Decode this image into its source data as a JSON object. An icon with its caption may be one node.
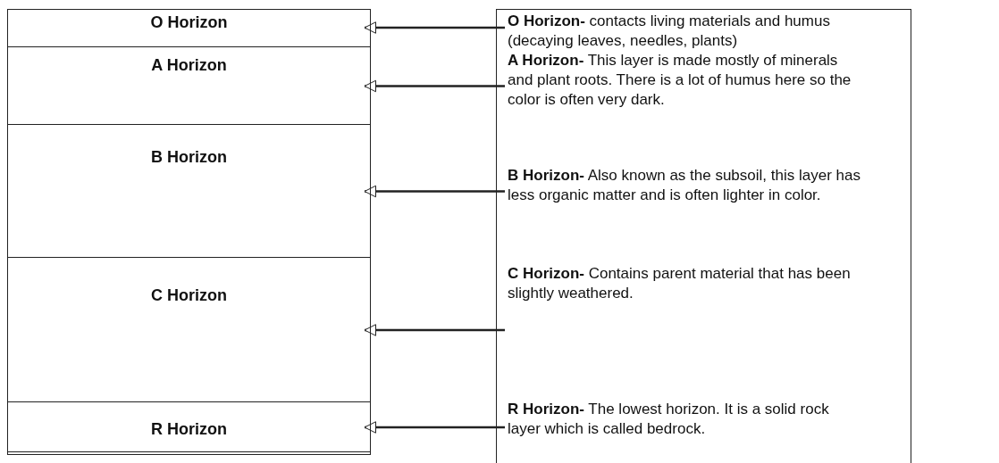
{
  "diagram": {
    "nodes": [
      {
        "text": [],
        "shape": "box"
      },
      {
        "text": [
          "O Horizon"
        ],
        "in": 0
      },
      {
        "text": [
          "A Horizon"
        ],
        "in": 0
      },
      {
        "text": [
          "B Horizon"
        ],
        "in": 0
      },
      {
        "text": [
          "C Horizon"
        ],
        "in": 0
      },
      {
        "text": [
          "R Horizon"
        ],
        "in": 0
      },
      {
        "text": [],
        "shape": "box"
      },
      {
        "text": [
          "**O Horizon-** contacts living materials and humus (decaying leaves, needles, plants)"
        ],
        "in": 6
      },
      {
        "text": [
          "**A Horizon-** This layer is made mostly of minerals and plant roots. There is a lot of humus here so the color is often very dark."
        ],
        "in": 6
      },
      {
        "text": [
          "**B Horizon-** Also known as the subsoil, this layer has less organic matter and is often lighter in color."
        ],
        "in": 6
      },
      {
        "text": [
          "**C Horizon-** Contains parent material that has been slightly weathered."
        ],
        "in": 6
      },
      {
        "text": [
          "**R Horizon-** The lowest horizon. It is a solid rock layer which is called bedrock."
        ],
        "in": 6
      }
    ],
    "edges": [
      {
        "from": 7,
        "to": 1,
        "arrow": "to"
      },
      {
        "from": 8,
        "to": 2,
        "arrow": "to"
      },
      {
        "from": 9,
        "to": 3,
        "arrow": "to"
      },
      {
        "from": 10,
        "to": 4,
        "arrow": "to"
      },
      {
        "from": 11,
        "to": 5,
        "arrow": "to"
      }
    ]
  }
}
